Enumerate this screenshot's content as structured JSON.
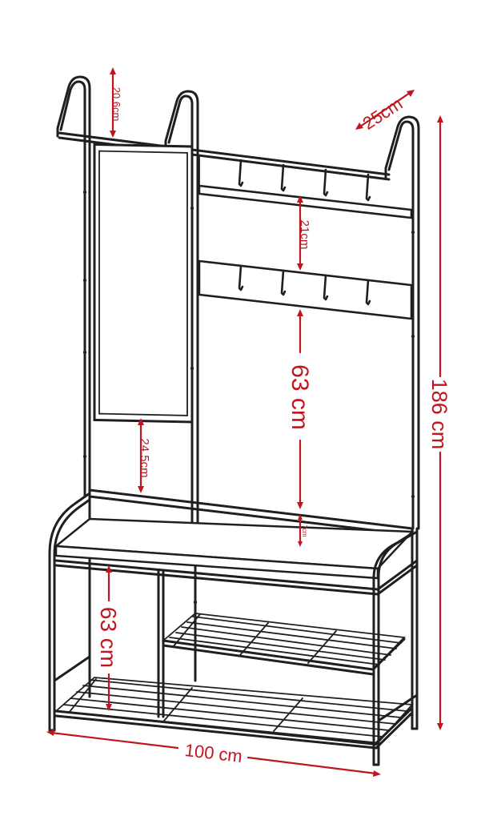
{
  "colors": {
    "frame": "#1f1f1f",
    "dimension": "#c0161f",
    "background": "#ffffff"
  },
  "dimensions": {
    "top_rail_height": "20.6cm",
    "depth": "25cm",
    "hook_rail_spacing": "21cm",
    "hook_to_bench": "63 cm",
    "total_height": "186 cm",
    "mirror_to_bench": "24.5cm",
    "bench_thickness": "7cm",
    "bench_height": "63 cm",
    "width": "100 cm"
  }
}
